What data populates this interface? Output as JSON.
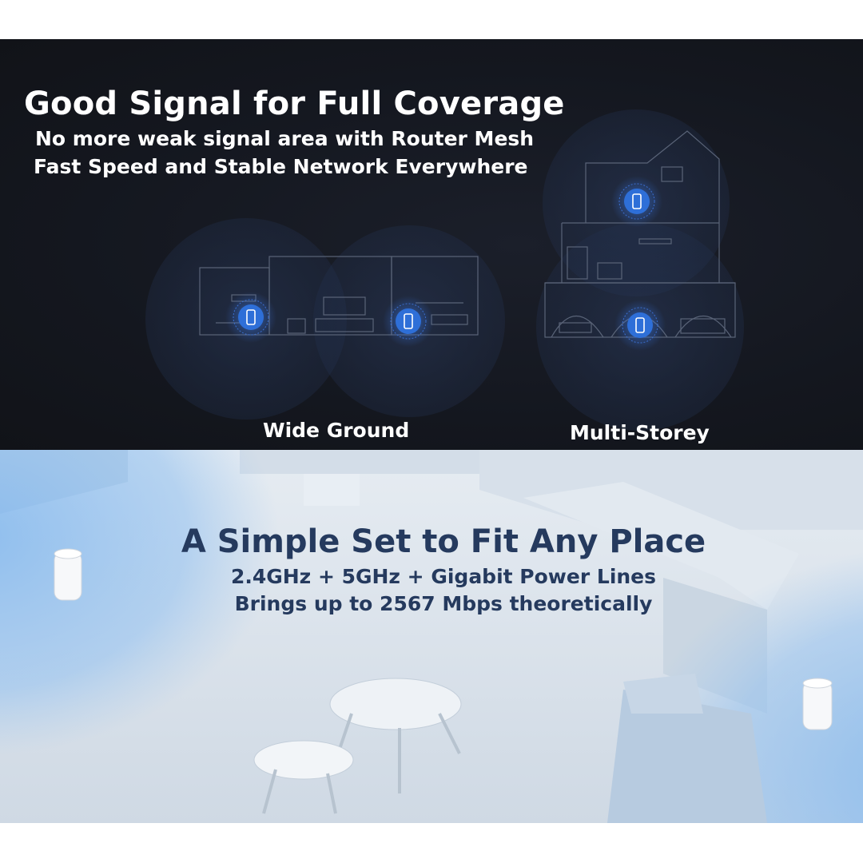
{
  "top": {
    "headline": "Good Signal for Full Coverage",
    "subline_1": "No more weak signal area with Router Mesh",
    "subline_2": "Fast Speed and Stable Network Everywhere",
    "label_wide": "Wide Ground",
    "label_multi": "Multi-Storey"
  },
  "bottom": {
    "title": "A Simple Set to Fit Any Place",
    "subline_1": "2.4GHz + 5GHz + Gigabit Power Lines",
    "subline_2": "Brings up to 2567 Mbps theoretically"
  },
  "colors": {
    "dark_bg": "#14171f",
    "signal_blue": "#2e6fd8",
    "headline_text": "#ffffff",
    "bottom_text": "#253a5e",
    "room_light": "#dfe7ef"
  }
}
